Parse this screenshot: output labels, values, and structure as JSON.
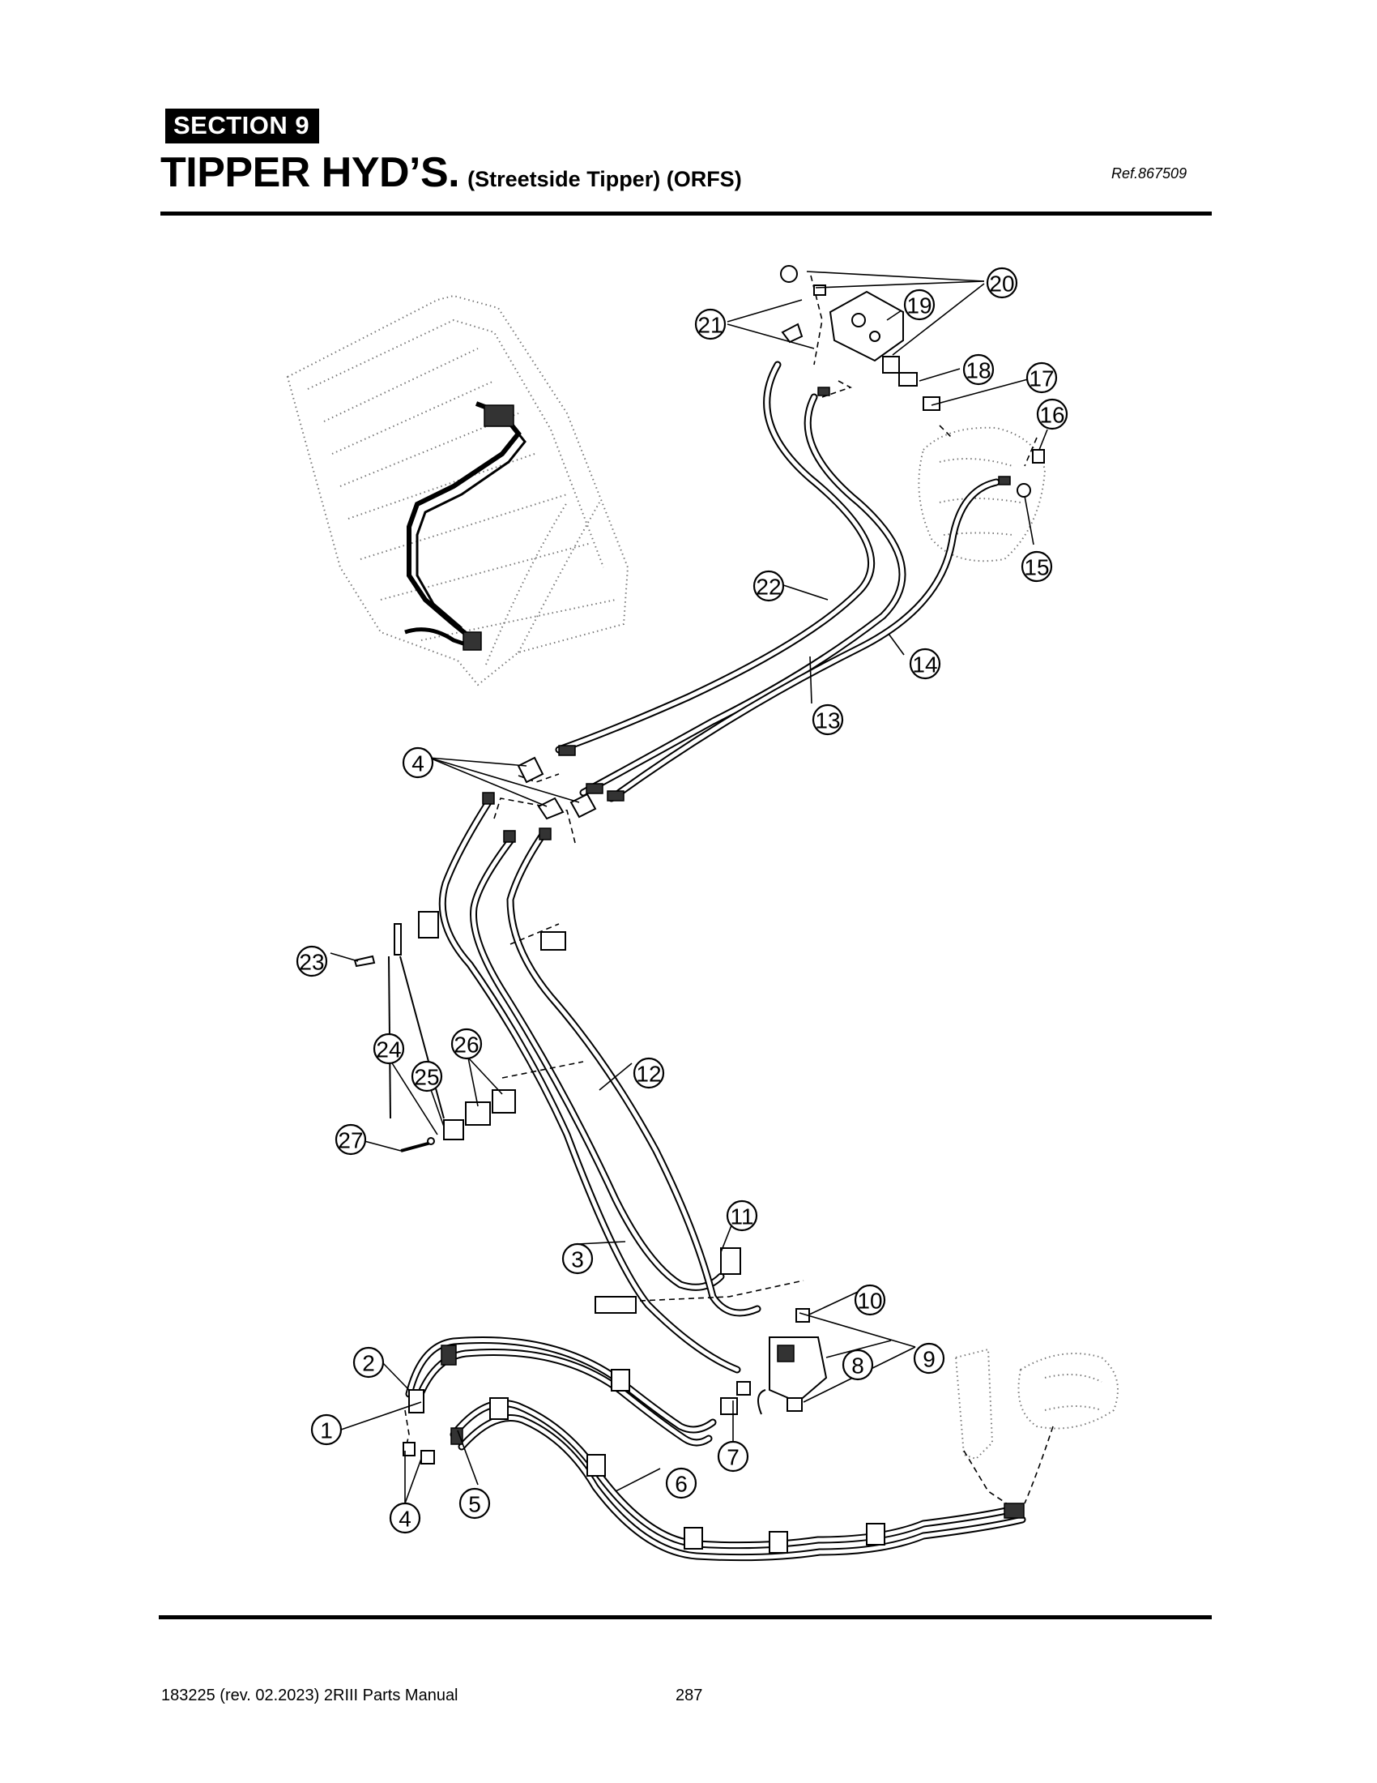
{
  "header": {
    "section_label": "SECTION  9",
    "title": "TIPPER HYD’S.",
    "subtitle": "(Streetside Tipper) (ORFS)",
    "ref": "Ref.867509"
  },
  "footer": {
    "manual": "183225  (rev. 02.2023) 2RIII Parts Manual",
    "page": "287"
  },
  "callouts": [
    "1",
    "2",
    "3",
    "4",
    "4",
    "5",
    "6",
    "7",
    "8",
    "9",
    "10",
    "11",
    "12",
    "13",
    "14",
    "15",
    "16",
    "17",
    "18",
    "19",
    "20",
    "21",
    "22",
    "23",
    "24",
    "25",
    "26",
    "27"
  ]
}
